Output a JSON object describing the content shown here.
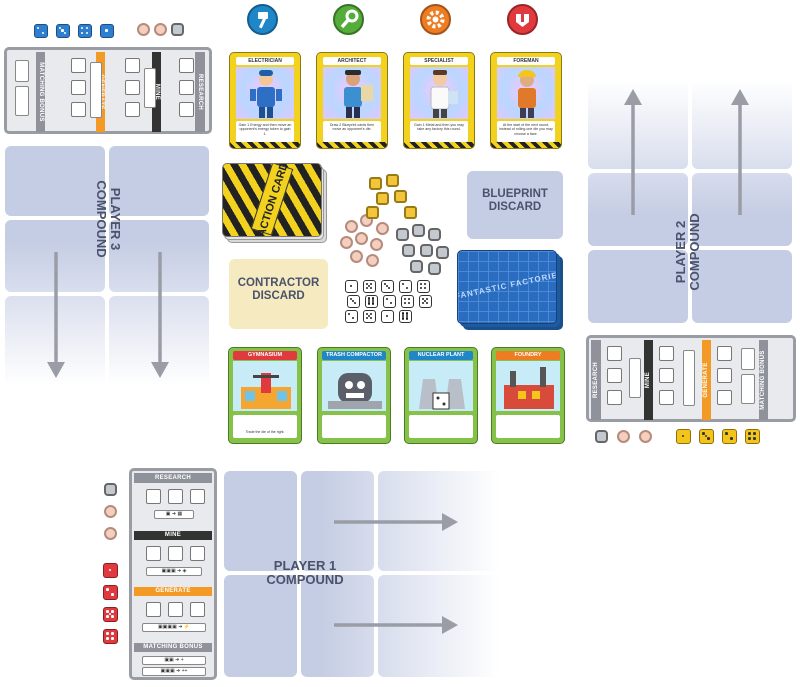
{
  "title": "Fantastic Factories setup",
  "workers": [
    {
      "name": "ELECTRICIAN",
      "text": "Gain 1 Energy and then move an opponent's energy token to gain 1.",
      "icon": "lightning-hammer-icon",
      "icon_color": "#1f86c8"
    },
    {
      "name": "ARCHITECT",
      "text": "Draw 2 Blueprint cards then move an opponent's die.",
      "icon": "wrench-icon",
      "icon_color": "#54ac3a"
    },
    {
      "name": "SPECIALIST",
      "text": "Gain 1 Metal and then you may take any factory this round.",
      "icon": "gear-icon",
      "icon_color": "#ee7d22"
    },
    {
      "name": "FOREMAN",
      "text": "At the start of the next round, instead of rolling one die you may choose a face.",
      "icon": "hardhat-icon",
      "icon_color": "#e03a3e"
    }
  ],
  "piles": {
    "action_card": "ACTION CARD",
    "blueprint_discard": "BLUEPRINT DISCARD",
    "contractor_discard": "CONTRACTOR DISCARD",
    "blueprint_deck": "FANTASTIC FACTORIES"
  },
  "factories": [
    {
      "name": "GYMNASIUM",
      "color": "#e03a3e",
      "footer": "Trade the die of the right."
    },
    {
      "name": "TRASH COMPACTOR",
      "color": "#1f86c8"
    },
    {
      "name": "NUCLEAR PLANT",
      "color": "#1f86c8"
    },
    {
      "name": "FOUNDRY",
      "color": "#ee7d22"
    }
  ],
  "compounds": {
    "player1": "PLAYER 1 COMPOUND",
    "player2": "PLAYER 2 COMPOUND",
    "player3": "PLAYER 3 COMPOUND"
  },
  "player_board": {
    "research": "RESEARCH",
    "mine": "MINE",
    "generate": "GENERATE",
    "matching_bonus": "MATCHING BONUS"
  },
  "colors": {
    "compound_cell": "#c5cde4",
    "board_frame": "#9a9ca4",
    "board_bg": "#e9eaee",
    "hazard_yellow": "#f2d21e",
    "blue_die": "#2f7fd0",
    "red_die": "#e03a3e",
    "yellow_die": "#f3c51a",
    "arrow": "#9a9da6"
  }
}
